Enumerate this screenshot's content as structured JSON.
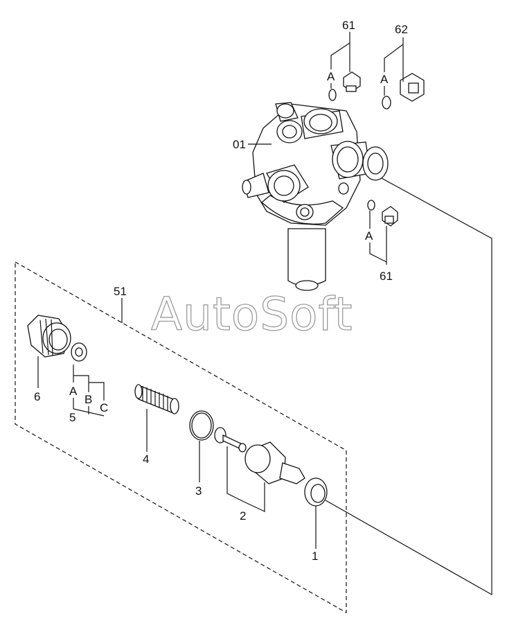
{
  "watermark": "AutoSoft",
  "callouts": {
    "p61_top": "61",
    "p62": "62",
    "p61_bottom": "61",
    "p01": "01",
    "p51": "51",
    "p6": "6",
    "p5": "5",
    "p4": "4",
    "p3": "3",
    "p2": "2",
    "p1": "1",
    "a_61_top": "A",
    "a_62": "A",
    "a_61_bottom": "A",
    "a_5": "A",
    "b_5": "B",
    "c_5": "C"
  }
}
